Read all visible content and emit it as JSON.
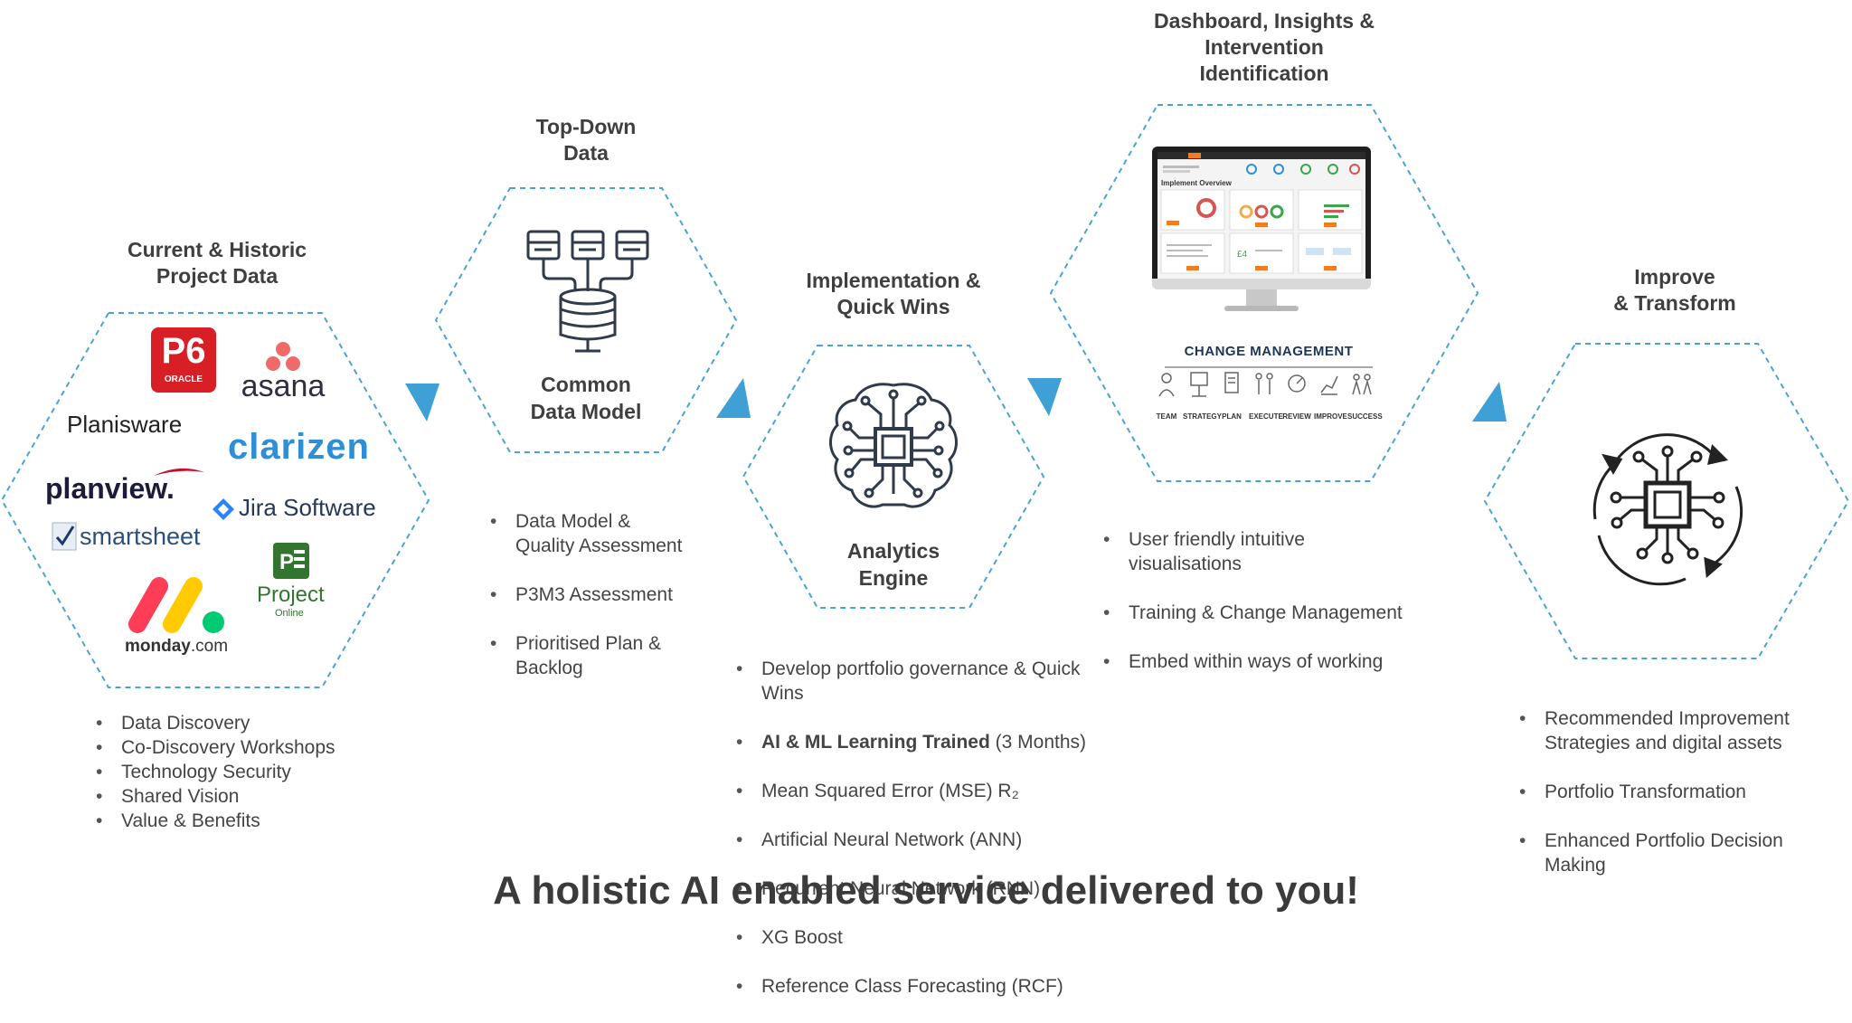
{
  "stages": [
    {
      "title": [
        "Current & Historic",
        "Project Data"
      ],
      "bullets": [
        "Data Discovery",
        "Co-Discovery Workshops",
        "Technology Security",
        "Shared Vision",
        "Value & Benefits"
      ],
      "logos": {
        "p6": "P6",
        "oracle": "ORACLE",
        "asana": "asana",
        "planisware": "Planisware",
        "clarizen": "clarizen",
        "planview": "planview.",
        "jira": "Jira Software",
        "smartsheet": "smartsheet",
        "project": "Project",
        "project_sub": "Online",
        "monday": "monday",
        "monday_suffix": ".com"
      }
    },
    {
      "title": [
        "Top-Down",
        "Data"
      ],
      "inner": [
        "Common",
        "Data Model"
      ],
      "bullets": [
        "Data Model &\nQuality Assessment",
        "P3M3 Assessment",
        "Prioritised Plan &\nBacklog"
      ]
    },
    {
      "title": [
        "Implementation &",
        "Quick Wins"
      ],
      "inner": [
        "Analytics",
        "Engine"
      ],
      "bullets_bold_prefix": "AI & ML Learning Trained",
      "bullets_bold_suffix": " (3 Months)",
      "bullets": [
        "Develop portfolio governance & Quick\nWins",
        "Mean Squared Error (MSE) R₂",
        "Artificial Neural Network (ANN)",
        "Recurrent Neural Network (RNN)",
        "XG Boost",
        "Reference Class Forecasting (RCF)"
      ]
    },
    {
      "title": [
        "Dashboard, Insights &",
        "Intervention",
        "Identification"
      ],
      "monitor_heading": "Implement Overview",
      "change_title": "CHANGE MANAGEMENT",
      "change_steps": [
        "TEAM",
        "STRATEGY",
        "PLAN",
        "EXECUTE",
        "REVIEW",
        "IMPROVE",
        "SUCCESS"
      ],
      "bullets": [
        "User friendly intuitive\nvisualisations",
        "Training & Change Management",
        "Embed within ways of working"
      ]
    },
    {
      "title": [
        "Improve",
        "& Transform"
      ],
      "bullets": [
        "Recommended Improvement\nStrategies and digital assets",
        "Portfolio Transformation",
        "Enhanced Portfolio Decision\nMaking"
      ]
    }
  ],
  "headline": "A holistic AI enabled service delivered to you!",
  "colors": {
    "dashed": "#4aa3d8",
    "arrow": "#3fa0d6",
    "text": "#3f3f3f"
  }
}
